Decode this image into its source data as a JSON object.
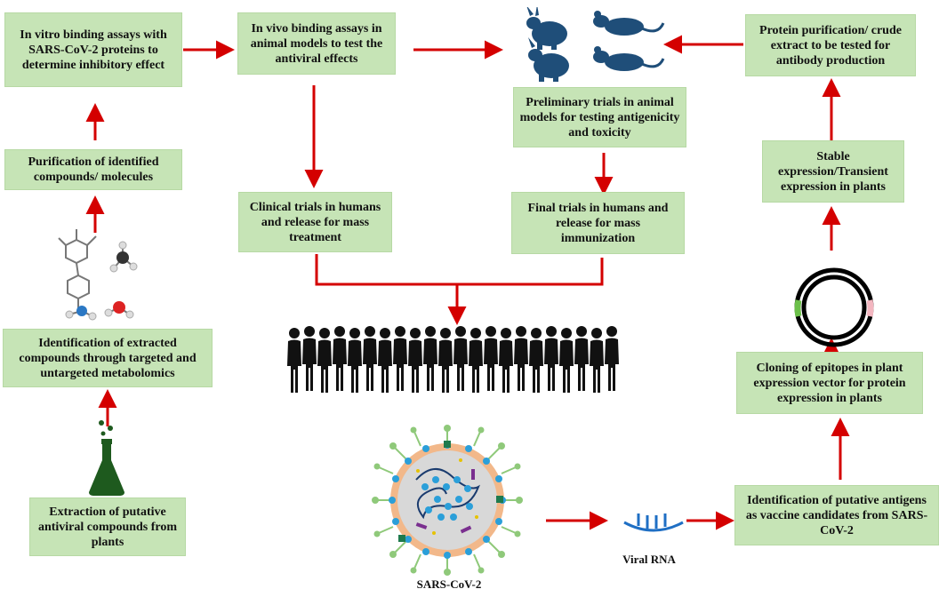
{
  "colors": {
    "box_fill": "#c6e4b6",
    "arrow": "#d40000",
    "animal": "#1f4e79",
    "flask": "#1e5a1e",
    "people": "#111111",
    "virus_envelope": "#f2b88a",
    "virus_spike": "#8fc97a",
    "virus_protein": "#2b9fd9"
  },
  "icons": {
    "animals": "animal-models-icon",
    "flask": "flask-icon",
    "molecules": "molecules-icon",
    "people": "population-icon",
    "plasmid": "plasmid-vector-icon",
    "virus": "sars-cov-2-virus-icon",
    "rna": "viral-rna-icon"
  },
  "boxes": {
    "in_vitro": "In vitro binding assays with SARS-CoV-2 proteins to determine inhibitory effect",
    "in_vivo": "In vivo binding assays in animal models to test the antiviral effects",
    "protein_purification": "Protein purification/ crude extract to be tested for antibody production",
    "preliminary_trials": "Preliminary trials in animal models for testing antigenicity and toxicity",
    "purification_compounds": "Purification of identified compounds/ molecules",
    "stable_expression": "Stable expression/Transient expression in plants",
    "clinical_trials": "Clinical trials in humans and release for mass treatment",
    "final_trials": "Final trials in humans and release for mass immunization",
    "identification_extracted": "Identification of extracted compounds through targeted and untargeted metabolomics",
    "cloning_epitopes": "Cloning of epitopes in plant expression vector for protein expression in plants",
    "extraction": "Extraction of putative antiviral compounds from plants",
    "identification_antigens": "Identification of putative antigens as vaccine candidates from SARS-CoV-2"
  },
  "labels": {
    "virus": "SARS-CoV-2",
    "rna": "Viral RNA"
  }
}
